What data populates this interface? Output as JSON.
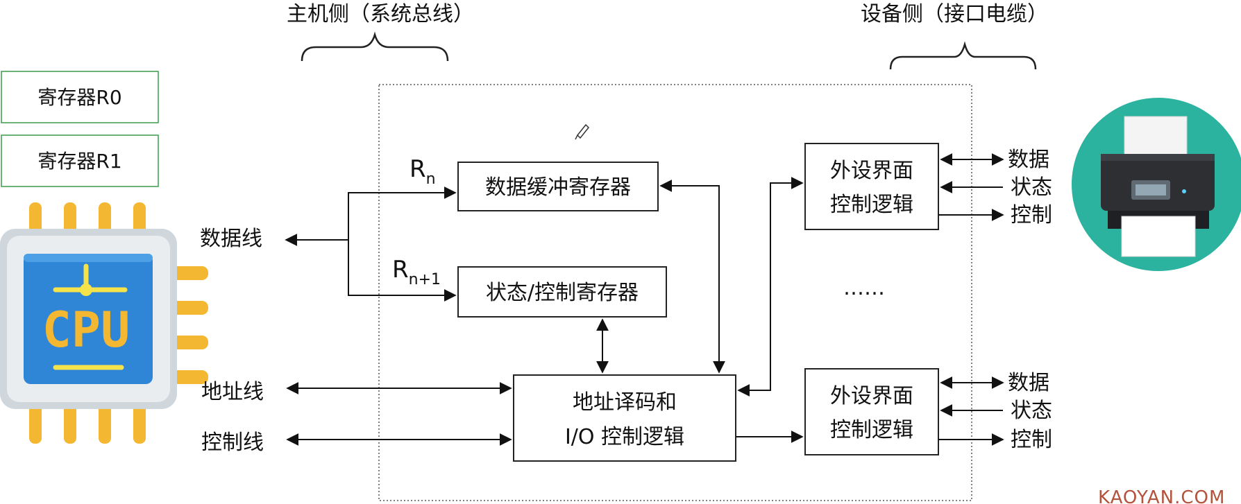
{
  "headers": {
    "host_side": "主机侧（系统总线）",
    "device_side": "设备侧（接口电缆）"
  },
  "registers": {
    "r0": "寄存器R0",
    "r1": "寄存器R1"
  },
  "cpu": {
    "label": "CPU"
  },
  "bus_lines": {
    "data": "数据线",
    "address": "地址线",
    "control": "控制线"
  },
  "reg_labels": {
    "rn_main": "R",
    "rn_sub": "n",
    "rn1_main": "R",
    "rn1_sub": "n+1"
  },
  "boxes": {
    "data_buffer": "数据缓冲寄存器",
    "status_control": "状态/控制寄存器",
    "decode_line1": "地址译码和",
    "decode_line2": "I/O 控制逻辑",
    "ext1_line1": "外设界面",
    "ext1_line2": "控制逻辑",
    "ext2_line1": "外设界面",
    "ext2_line2": "控制逻辑",
    "ellipsis": "……"
  },
  "device_signals": {
    "top": [
      "数据",
      "状态",
      "控制"
    ],
    "bottom": [
      "数据",
      "状态",
      "控制"
    ]
  },
  "watermark": "KAOYAN.COM",
  "colors": {
    "cpu_blue": "#2f86d6",
    "cpu_yellow": "#f4b731",
    "printer_teal": "#2bb3a0",
    "reg_border": "#3a9b4a",
    "watermark": "#b5523b"
  }
}
